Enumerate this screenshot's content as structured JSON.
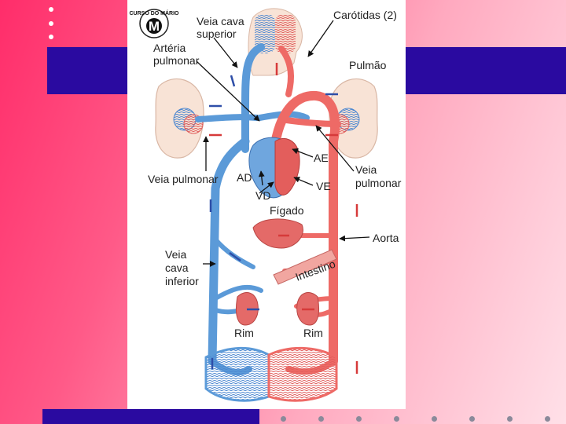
{
  "logo": {
    "text": "CURSO DO MÁRIO",
    "letter": "M"
  },
  "labels": {
    "veia_cava_superior_1": "Veia cava",
    "veia_cava_superior_2": "superior",
    "carotidas": "Carótidas (2)",
    "arteria_pulmonar_1": "Artéria",
    "arteria_pulmonar_2": "pulmonar",
    "pulmao": "Pulmão",
    "ae": "AE",
    "veia_pulmonar_right_1": "Veia",
    "veia_pulmonar_right_2": "pulmonar",
    "ad": "AD",
    "veia_pulmonar_left": "Veia pulmonar",
    "ve": "VE",
    "vd": "VD",
    "figado": "Fígado",
    "aorta": "Aorta",
    "veia_cava_inferior_1": "Veia",
    "veia_cava_inferior_2": "cava",
    "veia_cava_inferior_3": "inferior",
    "intestino": "Intestino",
    "rim_left": "Rim",
    "rim_right": "Rim"
  },
  "colors": {
    "venous_blue": "#5b9ad8",
    "arterial_red": "#ee6a66",
    "arrow_blue": "#2e4ea8",
    "arrow_red": "#d63a3a",
    "organ_red": "#e46a68",
    "band": "#2a0aa0"
  }
}
